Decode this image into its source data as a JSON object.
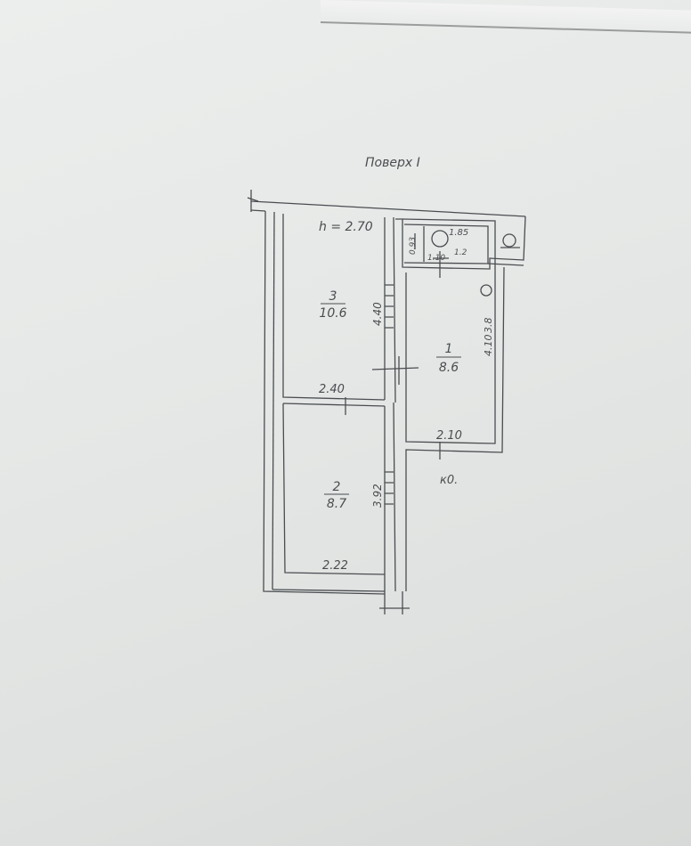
{
  "title": "Поверх I",
  "ceiling_height": "h = 2.70",
  "rooms": [
    {
      "number": "3",
      "area": "10.6"
    },
    {
      "number": "1",
      "area": "8.6"
    },
    {
      "number": "2",
      "area": "8.7"
    }
  ],
  "dimensions": {
    "room3_height": "4.40",
    "room3_width": "2.40",
    "room1_width": "2.10",
    "room1_height": "4.10",
    "room1_height_extra": "3.8",
    "room2_height": "3.92",
    "room2_width": "2.22",
    "bath_a": "1.85",
    "bath_b": "1.10",
    "bath_c": "0.93",
    "bath_d": "1.2"
  },
  "marker": "к0.",
  "colors": {
    "ink": "#4a4d50",
    "paper": "#e8eae9"
  }
}
